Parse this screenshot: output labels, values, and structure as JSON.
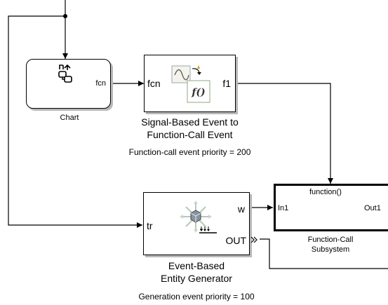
{
  "chart_block": {
    "name": "Chart",
    "port_out": "fcn"
  },
  "event_converter_block": {
    "port_in": "fcn",
    "port_out": "f1",
    "icon_text": "f()",
    "caption_line1": "Signal-Based Event to",
    "caption_line2": "Function-Call Event",
    "priority_note": "Function-call event priority = 200"
  },
  "entity_generator_block": {
    "port_in": "tr",
    "port_out_w": "w",
    "port_out_entity": "OUT",
    "caption_line1": "Event-Based",
    "caption_line2": "Entity Generator",
    "priority_note": "Generation event priority = 100"
  },
  "function_call_subsystem": {
    "trigger_label": "function()",
    "port_in": "In1",
    "port_out": "Out1",
    "caption_line1": "Function-Call",
    "caption_line2": "Subsystem"
  }
}
